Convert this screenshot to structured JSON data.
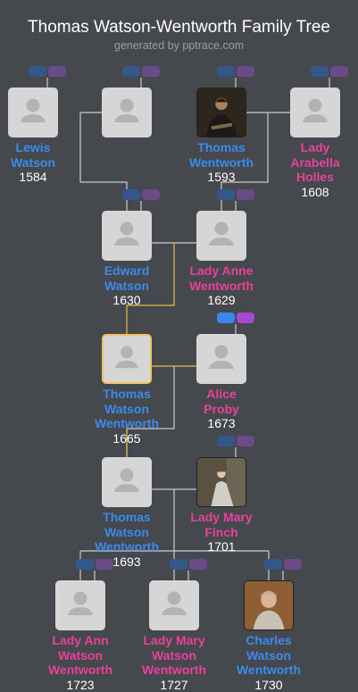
{
  "header": {
    "title": "Thomas Watson-Wentworth Family Tree",
    "subtitle": "generated by pptrace.com"
  },
  "people": [
    {
      "id": "lewis",
      "name": [
        "Lewis",
        "Watson"
      ],
      "year": "1584",
      "sex": "m",
      "photo": false
    },
    {
      "id": "unknown-watson",
      "name": [],
      "year": "",
      "sex": "f",
      "photo": false
    },
    {
      "id": "thomas-wentworth",
      "name": [
        "Thomas",
        "Wentworth"
      ],
      "year": "1593",
      "sex": "m",
      "photo": true
    },
    {
      "id": "arabella",
      "name": [
        "Lady",
        "Arabella",
        "Holles"
      ],
      "year": "1608",
      "sex": "f",
      "photo": false
    },
    {
      "id": "edward",
      "name": [
        "Edward",
        "Watson"
      ],
      "year": "1630",
      "sex": "m",
      "photo": false
    },
    {
      "id": "anne",
      "name": [
        "Lady Anne",
        "Wentworth"
      ],
      "year": "1629",
      "sex": "f",
      "photo": false
    },
    {
      "id": "thomas-1665",
      "name": [
        "Thomas",
        "Watson",
        "Wentworth"
      ],
      "year": "1665",
      "sex": "m",
      "photo": false,
      "selected": true
    },
    {
      "id": "alice",
      "name": [
        "Alice",
        "Proby"
      ],
      "year": "1673",
      "sex": "f",
      "photo": false
    },
    {
      "id": "thomas-1693",
      "name": [
        "Thomas",
        "Watson",
        "Wentworth"
      ],
      "year": "1693",
      "sex": "m",
      "photo": false
    },
    {
      "id": "mary-finch",
      "name": [
        "Lady Mary",
        "Finch"
      ],
      "year": "1701",
      "sex": "f",
      "photo": true
    },
    {
      "id": "ann",
      "name": [
        "Lady Ann",
        "Watson",
        "Wentworth"
      ],
      "year": "1723",
      "sex": "f",
      "photo": false
    },
    {
      "id": "mary-1727",
      "name": [
        "Lady Mary",
        "Watson",
        "Wentworth"
      ],
      "year": "1727",
      "sex": "f",
      "photo": false
    },
    {
      "id": "charles",
      "name": [
        "Charles",
        "Watson",
        "Wentworth"
      ],
      "year": "1730",
      "sex": "m",
      "photo": true
    }
  ],
  "colors": {
    "background": "#45484d",
    "male": "#3b8beb",
    "female": "#e8419b",
    "line": "#c9ccd1",
    "selected_line": "#e8b84a"
  }
}
